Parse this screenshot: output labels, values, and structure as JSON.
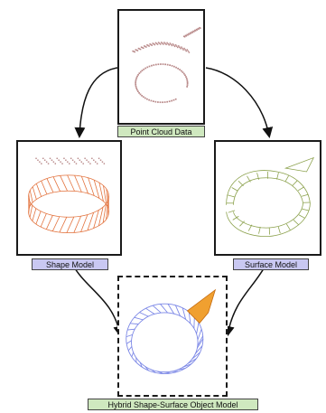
{
  "nodes": {
    "point_cloud": {
      "label": "Point Cloud Data"
    },
    "shape_model": {
      "label": "Shape Model"
    },
    "surface_model": {
      "label": "Surface Model"
    },
    "hybrid_model": {
      "label": "Hybrid Shape-Surface Object Model"
    }
  },
  "colors": {
    "point_cloud": "#b98a8a",
    "shape_mesh": "#e2703a",
    "surface_mesh": "#8aa04a",
    "hybrid_mesh": "#7a86e6",
    "hybrid_surface": "#f0a030",
    "label_green": "#cfe8bf",
    "label_blue": "#c9c8f2"
  }
}
